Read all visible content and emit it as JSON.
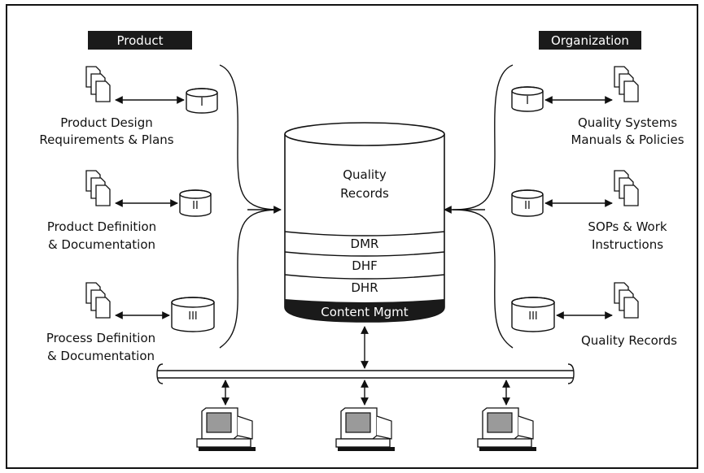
{
  "headers": {
    "product": "Product",
    "organization": "Organization"
  },
  "left_items": [
    {
      "line1": "Product Design",
      "line2": "Requirements & Plans",
      "db": "I"
    },
    {
      "line1": "Product Definition",
      "line2": "& Documentation",
      "db": "II"
    },
    {
      "line1": "Process Definition",
      "line2": "& Documentation",
      "db": "III"
    }
  ],
  "right_items": [
    {
      "line1": "Quality Systems",
      "line2": "Manuals & Policies",
      "db": "I"
    },
    {
      "line1": "SOPs & Work",
      "line2": "Instructions",
      "db": "II"
    },
    {
      "line1": "Quality Records",
      "line2": "",
      "db": "III"
    }
  ],
  "central_db": {
    "title_line1": "Quality",
    "title_line2": "Records",
    "layers": [
      "DMR",
      "DHF",
      "DHR"
    ],
    "footer": "Content Mgmt"
  },
  "workstation_icon": "desktop-computer-icon",
  "document_icon": "document-stack-icon",
  "colors": {
    "ink": "#111111",
    "header_bg": "#1a1a1a",
    "screen": "#9a9a9a",
    "paper": "#ffffff"
  }
}
